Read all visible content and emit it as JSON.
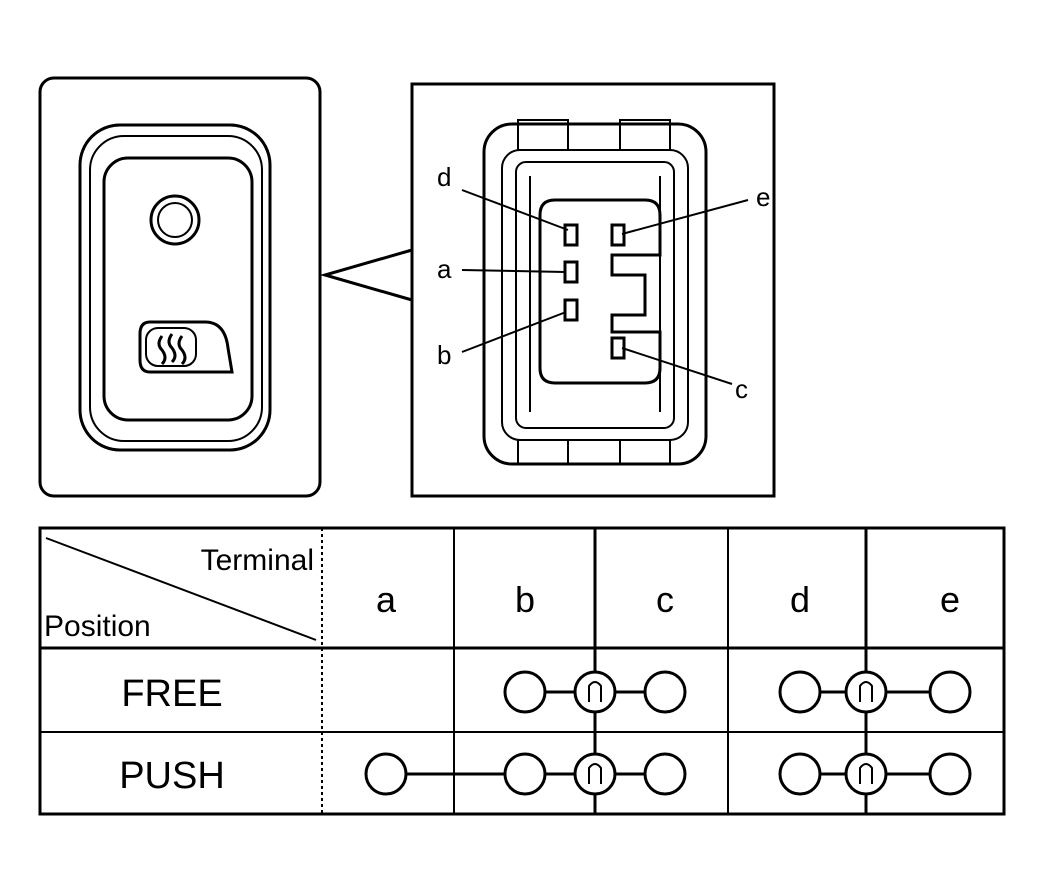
{
  "connector": {
    "terminal_labels": {
      "d": "d",
      "e": "e",
      "a": "a",
      "b": "b",
      "c": "c"
    }
  },
  "table": {
    "header_terminal": "Terminal",
    "header_position": "Position",
    "columns": [
      "a",
      "b",
      "c",
      "d",
      "e"
    ],
    "rows": [
      {
        "label": "FREE",
        "connections": [
          [
            "b",
            "c"
          ],
          [
            "d",
            "e"
          ]
        ]
      },
      {
        "label": "PUSH",
        "connections": [
          [
            "a",
            "b",
            "c"
          ],
          [
            "d",
            "e"
          ]
        ]
      }
    ]
  }
}
